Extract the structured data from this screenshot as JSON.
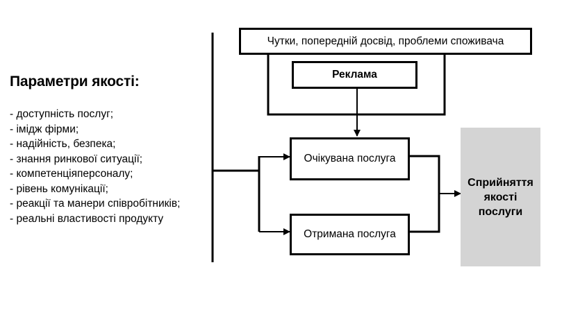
{
  "quality_params": {
    "title": "Параметри якості:",
    "items": [
      "- доступність послуг;",
      "- імідж фірми;",
      "- надійність, безпека;",
      "- знання ринкової ситуації;",
      "- компетенціяперсоналу;",
      "- рівень комунікації;",
      "- реакції та манери співробітників;",
      "- реальні властивості продукту"
    ]
  },
  "flow": {
    "rumors": "Чутки, попередній досвід, проблеми споживача",
    "advertising": "Реклама",
    "expected": "Очікувана послуга",
    "received": "Отримана послуга",
    "perception": "Сприйняття якості послуги"
  }
}
